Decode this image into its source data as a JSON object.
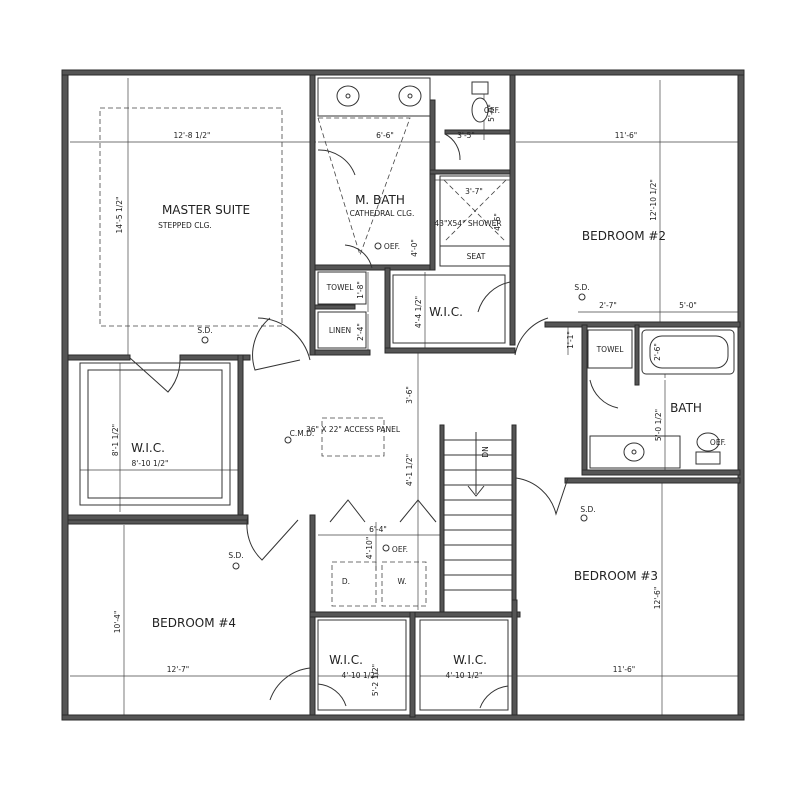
{
  "rooms": {
    "master_suite": "MASTER SUITE",
    "master_suite_note": "STEPPED CLG.",
    "m_bath": "M. BATH",
    "m_bath_note": "CATHEDRAL CLG.",
    "shower": "43\"X54\" SHOWER",
    "seat": "SEAT",
    "bedroom2": "BEDROOM #2",
    "bedroom3": "BEDROOM #3",
    "bedroom4": "BEDROOM #4",
    "bath": "BATH",
    "towel1": "TOWEL",
    "towel2": "TOWEL",
    "linen": "LINEN",
    "wic_master": "W.I.C.",
    "wic_hall": "W.I.C.",
    "wic_b4": "W.I.C.",
    "wic_b3": "W.I.C.",
    "access_panel": "36\" X 22\" ACCESS PANEL",
    "cmd": "C.M.D.",
    "dryer": "D.",
    "washer": "W."
  },
  "symbols": {
    "sd": "S.D.",
    "oef": "OEF.",
    "dn": "DN"
  },
  "dims": {
    "ms_w": "12'-8 1/2\"",
    "ms_h": "14'-5 1/2\"",
    "mb_w": "6'-6\"",
    "wc_w": "3'-5\"",
    "wc_h": "5'-0\"",
    "sh_w": "3'-7\"",
    "sh_h": "4'-6\"",
    "b2_w": "11'-6\"",
    "b2_h": "12'-10 1/2\"",
    "towel_h": "1'-8\"",
    "linen_h": "2'-4\"",
    "wic_hall_h": "4'-4 1/2\"",
    "mb_h2": "4'-0\"",
    "hall_w1": "2'-7\"",
    "hall_w2": "5'-0\"",
    "tub_w": "2'-6\"",
    "bath_h": "5'-0 1/2\"",
    "wic_m_h": "8'-1 1/2\"",
    "wic_m_w": "8'-10 1/2\"",
    "hall_h": "3'-6\"",
    "stair_h": "4'-1 1/2\"",
    "bath_step": "1'-1\"",
    "ld_w": "6'-4\"",
    "ld_h": "4'-10\"",
    "b4_h": "10'-4\"",
    "b4_w": "12'-7\"",
    "wic4_w": "4'-10 1/2\"",
    "wic4_h": "5'-2 1/2\"",
    "wic3_w": "4'-10 1/2\"",
    "b3_w": "11'-6\"",
    "b3_h": "12'-6\""
  }
}
